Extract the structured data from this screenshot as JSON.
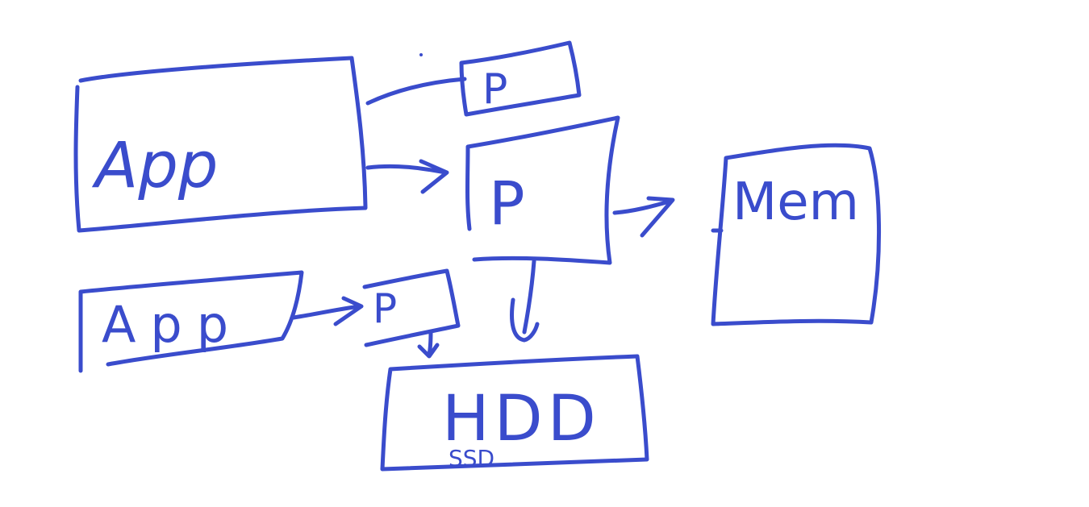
{
  "ink_color": "#3a4ccc",
  "background": "#ffffff",
  "nodes": {
    "app_top": "App",
    "process_small": "P",
    "process_main": "P",
    "memory": "Mem",
    "app_bottom": "App",
    "process_bottom": "P",
    "storage_main": "HDD",
    "storage_sub": "SSD"
  }
}
